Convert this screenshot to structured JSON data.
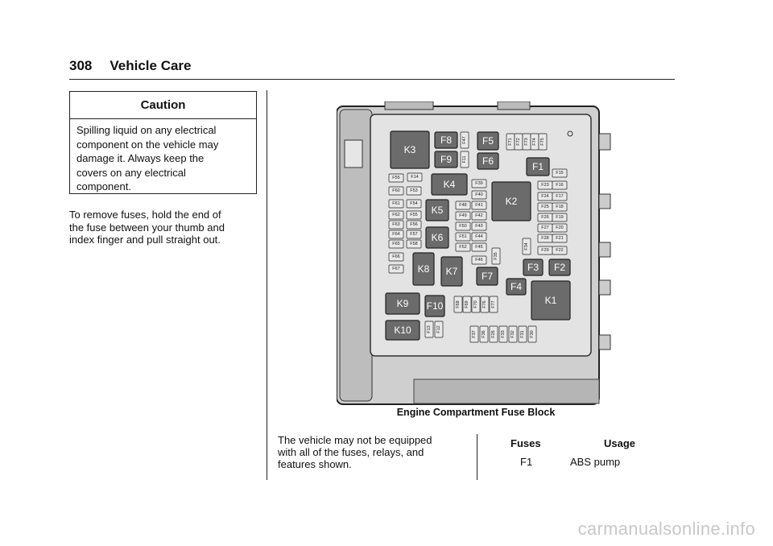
{
  "header": {
    "page_number": "308",
    "section_title": "Vehicle Care"
  },
  "caution": {
    "title": "Caution",
    "lines": [
      "Spilling liquid on any electrical",
      "component on the vehicle may",
      "damage it. Always keep the",
      "covers on any electrical",
      "component."
    ]
  },
  "instructions": {
    "lines": [
      "To remove fuses, hold the end of",
      "the fuse between your thumb and",
      "index finger and pull straight out."
    ]
  },
  "figure": {
    "caption": "Engine Compartment Fuse Block",
    "relays": [
      "K1",
      "K2",
      "K3",
      "K4",
      "K5",
      "K6",
      "K7",
      "K8",
      "K9",
      "K10"
    ],
    "large_fuses": [
      "F1",
      "F2",
      "F3",
      "F4",
      "F5",
      "F6",
      "F7",
      "F8",
      "F9",
      "F10"
    ],
    "small_fuses": [
      "F11",
      "F12",
      "F13",
      "F14",
      "F15",
      "F16",
      "F17",
      "F18",
      "F19",
      "F20",
      "F21",
      "F22",
      "F23",
      "F24",
      "F25",
      "F26",
      "F27",
      "F28",
      "F29",
      "F30",
      "F31",
      "F32",
      "F33",
      "F34",
      "F35",
      "F36",
      "F37",
      "F38",
      "F39",
      "F40",
      "F41",
      "F42",
      "F43",
      "F44",
      "F45",
      "F46",
      "F47",
      "F48",
      "F49",
      "F50",
      "F51",
      "F52",
      "F53",
      "F54",
      "F55",
      "F56",
      "F57",
      "F58",
      "F59",
      "F60",
      "F61",
      "F62",
      "F63",
      "F64",
      "F65",
      "F66",
      "F67",
      "F68",
      "F69",
      "F70",
      "F71",
      "F72",
      "F73",
      "F74",
      "F75",
      "F76",
      "F77"
    ]
  },
  "note": {
    "lines": [
      "The vehicle may not be equipped",
      "with all of the fuses, relays, and",
      "features shown."
    ]
  },
  "fuse_table": {
    "headers": {
      "fuses": "Fuses",
      "usage": "Usage"
    },
    "rows": [
      {
        "fuse": "F1",
        "usage": "ABS pump"
      }
    ]
  },
  "watermark": "carmanualsonline.info",
  "colors": {
    "text": "#111111",
    "relay_fill": "#6b6b6b",
    "panel_fill": "#d8d8d8",
    "watermark": "#c8c8c8"
  }
}
